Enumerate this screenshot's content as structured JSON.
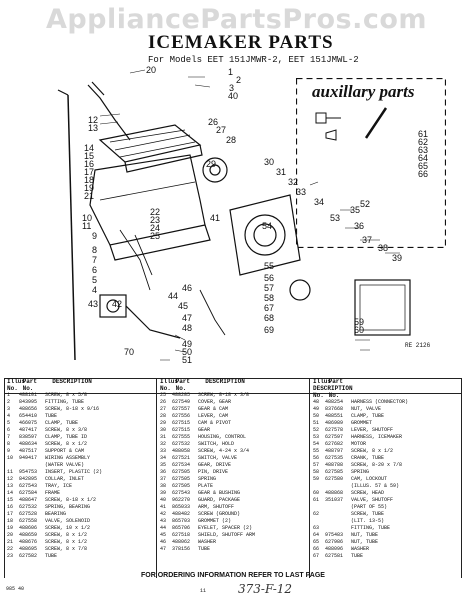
{
  "watermark": "AppliancePartsPros.com",
  "title": "ICEMAKER PARTS",
  "subtitle": "For Models EET 151JMWR-2, EET 151JMWL-2",
  "aux_title": "auxillary parts",
  "ref_code": "RE 2126",
  "callouts": [
    "20",
    "1",
    "2",
    "3",
    "40",
    "12",
    "13",
    "14",
    "15",
    "16",
    "17",
    "18",
    "19",
    "21",
    "22",
    "23",
    "24",
    "25",
    "26",
    "27",
    "28",
    "29",
    "30",
    "31",
    "32",
    "33",
    "34",
    "35",
    "36",
    "37",
    "38",
    "39",
    "41",
    "42",
    "43",
    "44",
    "45",
    "46",
    "47",
    "48",
    "49",
    "50",
    "51",
    "52",
    "53",
    "54",
    "55",
    "56",
    "57",
    "58",
    "59",
    "60",
    "61",
    "62",
    "63",
    "64",
    "65",
    "66",
    "67",
    "68",
    "69",
    "70",
    "10",
    "11",
    "9",
    "8",
    "7",
    "6",
    "5",
    "4"
  ],
  "columns": [
    {
      "headers": [
        "Illus",
        "Part",
        "DESCRIPTION"
      ],
      "header2": [
        "No.",
        "No.",
        ""
      ],
      "rows": [
        [
          "1",
          "488101",
          "SCREW, 8 x 5/8"
        ],
        [
          "2",
          "843995",
          "FITTING, TUBE"
        ],
        [
          "3",
          "488656",
          "SCREW, 8-18 x 9/16"
        ],
        [
          "4",
          "654410",
          "TUBE"
        ],
        [
          "5",
          "466075",
          "CLAMP, TUBE"
        ],
        [
          "6",
          "487417",
          "SCREW, 8 x 3/8"
        ],
        [
          "7",
          "838597",
          "CLAMP, TUBE ID"
        ],
        [
          "8",
          "488634",
          "SCREW, 8 x 1/2"
        ],
        [
          "9",
          "487517",
          "SUPPORT & CAM"
        ],
        [
          "10",
          "949417",
          "WIRING ASSEMBLY"
        ],
        [
          "",
          "",
          "(WATER VALVE)"
        ],
        [
          "11",
          "954753",
          "INSERT, PLASTIC (2)"
        ],
        [
          "12",
          "842895",
          "COLLAR, INLET"
        ],
        [
          "13",
          "627543",
          "TRAY, ICE"
        ],
        [
          "14",
          "627584",
          "FRAME"
        ],
        [
          "15",
          "488647",
          "SCREW, 8-18 x 1/2"
        ],
        [
          "16",
          "627532",
          "SPRING, BEARING"
        ],
        [
          "17",
          "627528",
          "BEARING"
        ],
        [
          "18",
          "627558",
          "VALVE, SOLENOID"
        ],
        [
          "19",
          "488606",
          "SCREW, 10 x 1/2"
        ],
        [
          "20",
          "488659",
          "SCREW, 8 x 1/2"
        ],
        [
          "21",
          "488676",
          "SCREW, 8 x 1/2"
        ],
        [
          "22",
          "488695",
          "SCREW, 8 x 7/8"
        ],
        [
          "23",
          "627582",
          "TUBE"
        ]
      ]
    },
    {
      "headers": [
        "Illus",
        "Part",
        "DESCRIPTION"
      ],
      "header2": [
        "No.",
        "No.",
        ""
      ],
      "rows": [
        [
          "25",
          "488285",
          "SCREW, 8-18 x 3/8"
        ],
        [
          "26",
          "627549",
          "COVER, GEAR"
        ],
        [
          "27",
          "627557",
          "GEAR & CAM"
        ],
        [
          "28",
          "627556",
          "LEVER, CAM"
        ],
        [
          "29",
          "627515",
          "CAM & PIVOT"
        ],
        [
          "30",
          "627515",
          "GEAR"
        ],
        [
          "31",
          "627555",
          "HOUSING, CONTROL"
        ],
        [
          "32",
          "627532",
          "SWITCH, HOLD"
        ],
        [
          "33",
          "488058",
          "SCREW, 4-24 x 3/4"
        ],
        [
          "34",
          "627521",
          "SWITCH, VALVE"
        ],
        [
          "35",
          "627534",
          "GEAR, DRIVE"
        ],
        [
          "36",
          "627505",
          "PIN, DRIVE"
        ],
        [
          "37",
          "627505",
          "SPRING"
        ],
        [
          "38",
          "627505",
          "PLATE"
        ],
        [
          "39",
          "627543",
          "GEAR & BUSHING"
        ],
        [
          "40",
          "962270",
          "GUARD, PACKAGE"
        ],
        [
          "41",
          "865033",
          "ARM, SHUTOFF"
        ],
        [
          "42",
          "488482",
          "SCREW (GROUND)"
        ],
        [
          "43",
          "865703",
          "GROMMET (2)"
        ],
        [
          "44",
          "865706",
          "EYELET, SPACER (2)"
        ],
        [
          "45",
          "627518",
          "SHIELD, SHUTOFF ARM"
        ],
        [
          "46",
          "488062",
          "WASHER"
        ],
        [
          "47",
          "378156",
          "TUBE"
        ]
      ]
    },
    {
      "headers": [
        "Illus",
        "Part",
        "DESCRIPTION"
      ],
      "header2": [
        "No.",
        "No.",
        ""
      ],
      "rows": [
        [
          "48",
          "488254",
          "HARNESS (CONNECTOR)"
        ],
        [
          "49",
          "837668",
          "NUT, VALVE"
        ],
        [
          "50",
          "488551",
          "CLAMP, TUBE"
        ],
        [
          "51",
          "486989",
          "GROMMET"
        ],
        [
          "52",
          "627578",
          "LEVER, SHUTOFF"
        ],
        [
          "53",
          "627597",
          "HARNESS, ICEMAKER"
        ],
        [
          "54",
          "627682",
          "MOTOR"
        ],
        [
          "55",
          "488797",
          "SCREW, 8 x 1/2"
        ],
        [
          "56",
          "627535",
          "CRANK, TUBE"
        ],
        [
          "57",
          "488788",
          "SCREW, 8-20 x 7/8"
        ],
        [
          "58",
          "627585",
          "SPRING"
        ],
        [
          "59",
          "627580",
          "CAM, LOCKOUT"
        ],
        [
          "",
          "",
          "(ILLUS. 57 & 59)"
        ],
        [
          "60",
          "488868",
          "SCREW, HEAD"
        ],
        [
          "61",
          "351037",
          "VALVE, SHUTOFF"
        ],
        [
          "",
          "",
          "(PART OF 55)"
        ],
        [
          "62",
          "",
          "SCREW, TUBE"
        ],
        [
          "",
          "",
          "(LIT. 13-5)"
        ],
        [
          "63",
          "",
          "FITTING, TUBE"
        ],
        [
          "64",
          "975483",
          "NUT, TUBE"
        ],
        [
          "65",
          "627986",
          "NUT, TUBE"
        ],
        [
          "66",
          "488096",
          "WASHER"
        ],
        [
          "67",
          "627581",
          "TUBE"
        ]
      ]
    }
  ],
  "order_text": "FOR ORDERING INFORMATION REFER TO LAST PAGE",
  "footer_left": "985 40",
  "footer_mid": "11",
  "handwriting": "373-F-12"
}
